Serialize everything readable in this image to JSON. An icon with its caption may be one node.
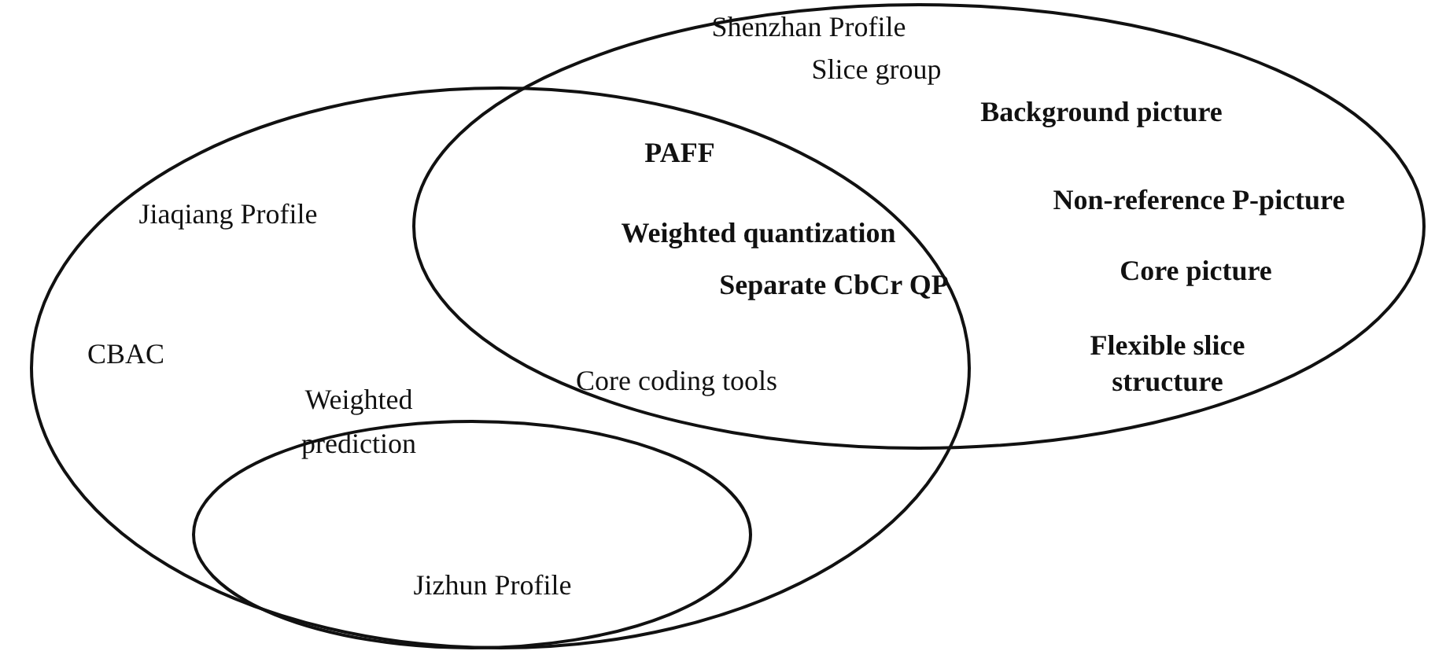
{
  "diagram": {
    "nodes": [
      {
        "text": [
          "Jiaqiang Profile"
        ]
      },
      {
        "text": [
          "Shenzhan Profile"
        ]
      },
      {
        "text": [
          "Jizhun Profile"
        ],
        "in": 0
      }
    ],
    "labels": [
      "Slice group",
      "Background picture",
      "PAFF",
      "Non-reference P-picture",
      "Weighted quantization",
      "Core picture",
      "Separate CbCr QP",
      "CBAC",
      "Core coding tools",
      "Flexible slice structure",
      "Weighted prediction"
    ]
  }
}
